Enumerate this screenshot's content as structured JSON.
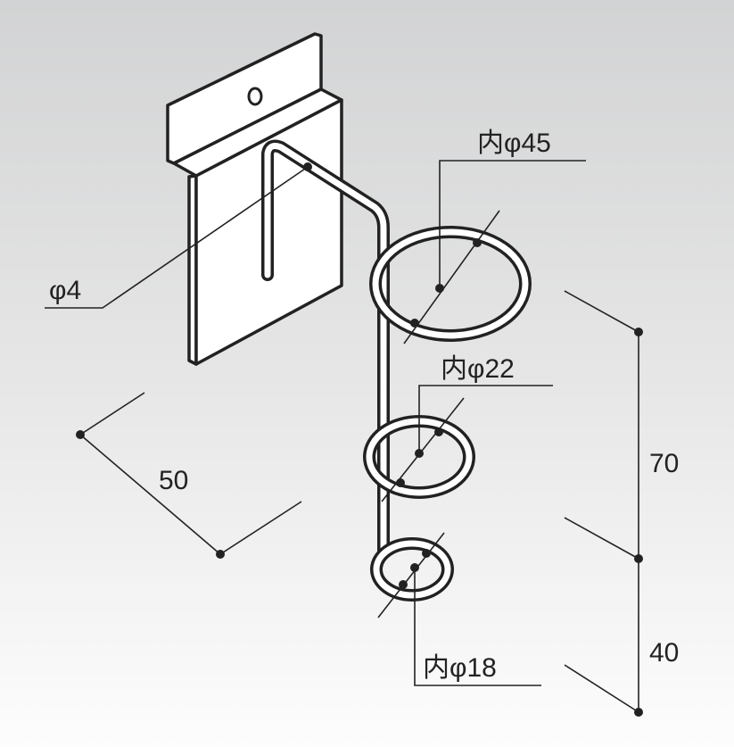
{
  "labels": {
    "wire_diameter": "φ4",
    "ring_large": "内φ45",
    "ring_medium": "内φ22",
    "ring_small": "内φ18",
    "depth": "50",
    "spacing_upper": "70",
    "spacing_lower": "40"
  },
  "colors": {
    "line": "#222222",
    "fill": "#ffffff"
  }
}
